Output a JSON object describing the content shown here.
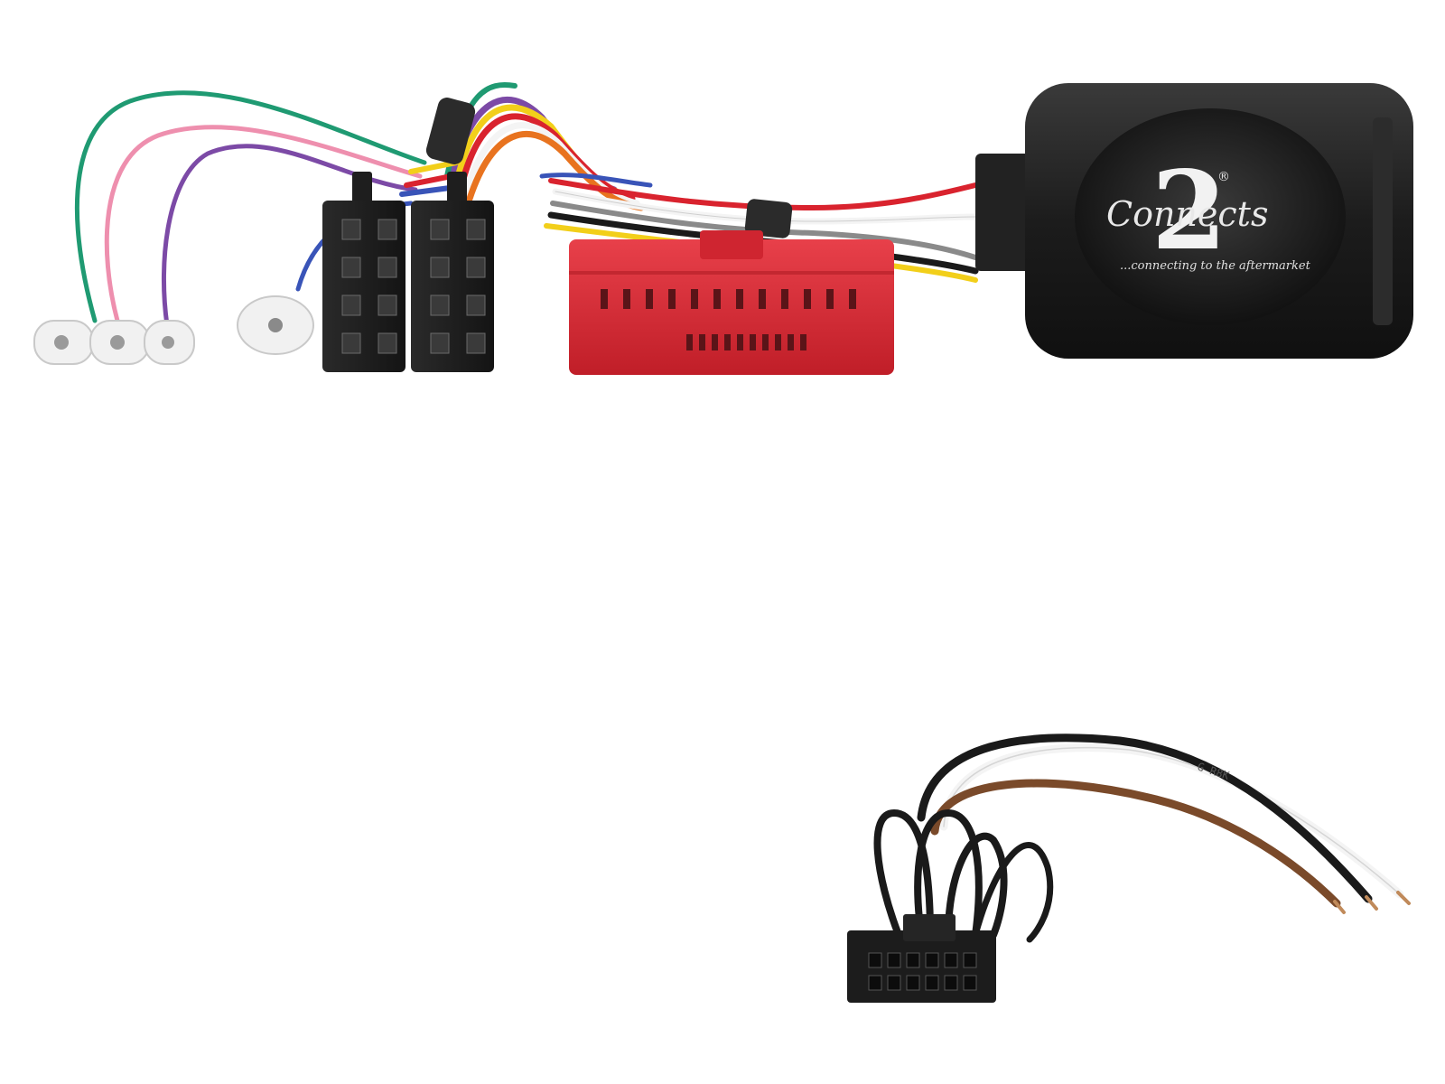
{
  "photo": {
    "background": "#ffffff"
  },
  "interface_box": {
    "logo": {
      "two": "2",
      "word": "Connects",
      "registered": "®",
      "tagline": "...connecting to the aftermarket"
    },
    "color": "#1b1b1b"
  },
  "harness": {
    "iso_block_color": "#1e1e1e",
    "vehicle_plug_color": "#d62a34",
    "wire_colors": {
      "green": "#1f9a72",
      "pink": "#ee8fae",
      "purple": "#7c4aa6",
      "yellow": "#f2cf1a",
      "red": "#d9232e",
      "white": "#f4f4f4",
      "black": "#1a1a1a",
      "blue": "#3954b8",
      "grey": "#8a8a8a",
      "orange": "#e8731f",
      "brown": "#7a4a2a"
    }
  },
  "patch_lead": {
    "wire_print": "G R8K",
    "connector_color": "#1c1c1c"
  }
}
